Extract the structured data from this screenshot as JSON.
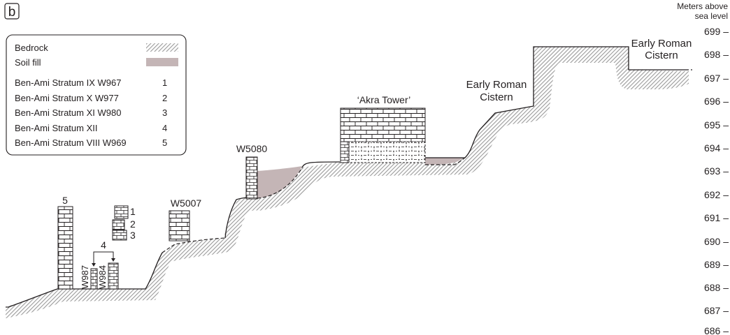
{
  "panel_label": "b",
  "legend": {
    "bedrock": "Bedrock",
    "soil_fill": "Soil fill",
    "entries": [
      {
        "label": "Ben-Ami Stratum IX W967",
        "num": "1"
      },
      {
        "label": "Ben-Ami Stratum X W977",
        "num": "2"
      },
      {
        "label": "Ben-Ami Stratum XI W980",
        "num": "3"
      },
      {
        "label": "Ben-Ami Stratum XII",
        "num": "4"
      },
      {
        "label": "Ben-Ami Stratum VIII W969",
        "num": "5"
      }
    ]
  },
  "axis": {
    "title_line1": "Meters above",
    "title_line2": "sea level",
    "ticks": [
      "699 –",
      "698 –",
      "697 –",
      "696 –",
      "695 –",
      "694 –",
      "693 –",
      "692 –",
      "691 –",
      "690 –",
      "689 –",
      "688 –",
      "687 –",
      "686 –"
    ]
  },
  "labels": {
    "akra_tower": "‘Akra Tower’",
    "w5080": "W5080",
    "w5007": "W5007",
    "cistern_mid_line1": "Early Roman",
    "cistern_mid_line2": "Cistern",
    "cistern_top_line1": "Early Roman",
    "cistern_top_line2": "Cistern",
    "num5": "5",
    "num1": "1",
    "num2": "2",
    "num3": "3",
    "num4": "4",
    "w987": "W987",
    "w984": "W984"
  },
  "colors": {
    "soil_fill": "#c4b5b6",
    "bedrock_hatch": "#9a9a9a",
    "ink": "#231f20"
  }
}
